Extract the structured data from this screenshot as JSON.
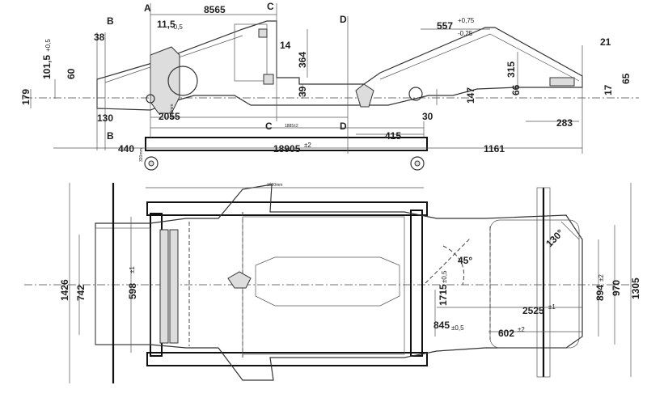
{
  "side_view": {
    "section_labels": [
      "A",
      "B",
      "B",
      "C",
      "C",
      "D",
      "D"
    ],
    "dims": {
      "d8565": "8565",
      "d115": "11,5",
      "d115_tol": "-0,5",
      "d557": "557",
      "d557_tol_up": "+0,75",
      "d557_tol_dn": "-0,25",
      "d21": "21",
      "d38": "38",
      "d1015": "101,5",
      "d1015_tol": "+0,5",
      "d60": "60",
      "d179": "179",
      "d14": "14",
      "d364": "364",
      "d39": "39",
      "d315": "315",
      "d66": "66",
      "d65": "65",
      "d17": "17",
      "d147": "147",
      "d130": "130",
      "d2055": "2055",
      "d30": "30",
      "d415": "415",
      "d283": "283",
      "d440": "440",
      "d18905": "18905",
      "d18905_tol": "±2",
      "d1161": "1161",
      "small_center": "1885±2",
      "small_left": "320mm",
      "small_mid": "1260mm"
    }
  },
  "plan_view": {
    "dims": {
      "d1426": "1426",
      "d742": "742",
      "d598": "598",
      "d598_tol": "±1",
      "d45deg": "45°",
      "d1715": "1715",
      "d1715_tol": "±0,5",
      "d845": "845",
      "d845_tol": "±0,5",
      "d130deg": "130°",
      "d2525": "2525",
      "d2525_tol": "±1",
      "d6022": "602",
      "d6022_tol": "±2",
      "d8942": "894",
      "d8942_tol": "±2",
      "d970": "970",
      "d1305": "1305",
      "small_top": "1990mm"
    }
  }
}
